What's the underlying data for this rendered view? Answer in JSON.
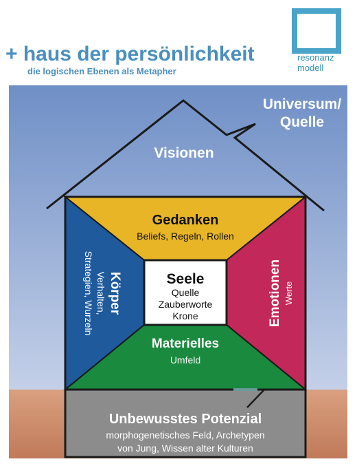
{
  "header": {
    "title": "+ haus der persönlichkeit",
    "subtitle": "die logischen Ebenen als Metapher",
    "logo_line1": "resonanz",
    "logo_line2": "modell"
  },
  "diagram": {
    "universum_line1": "Universum/",
    "universum_line2": "Quelle",
    "visionen": "Visionen",
    "gedanken_title": "Gedanken",
    "gedanken_sub": "Beliefs, Regeln, Rollen",
    "koerper_title": "Körper",
    "koerper_sub1": "Verhalten,",
    "koerper_sub2": "Strategien, Wurzeln",
    "emotionen_title": "Emotionen",
    "emotionen_sub": "Werte",
    "seele_title": "Seele",
    "seele_line1": "Quelle",
    "seele_line2": "Zauberworte",
    "seele_line3": "Krone",
    "materielles_title": "Materielles",
    "materielles_sub": "Umfeld",
    "basement_title": "Unbewusstes Potenzial",
    "basement_line1": "morphogenetisches Feld, Archetypen",
    "basement_line2": "von Jung, Wissen alter Kulturen"
  },
  "colors": {
    "sky_top": "#6f8fc6",
    "sky_bottom": "#b9c8e4",
    "ground": "#c98b6e",
    "gedanken": "#e8b526",
    "koerper": "#1e5a9c",
    "emotionen": "#c2285a",
    "materielles": "#1a8a3e",
    "basement": "#8c8c8c",
    "accent": "#4a8fbd"
  }
}
